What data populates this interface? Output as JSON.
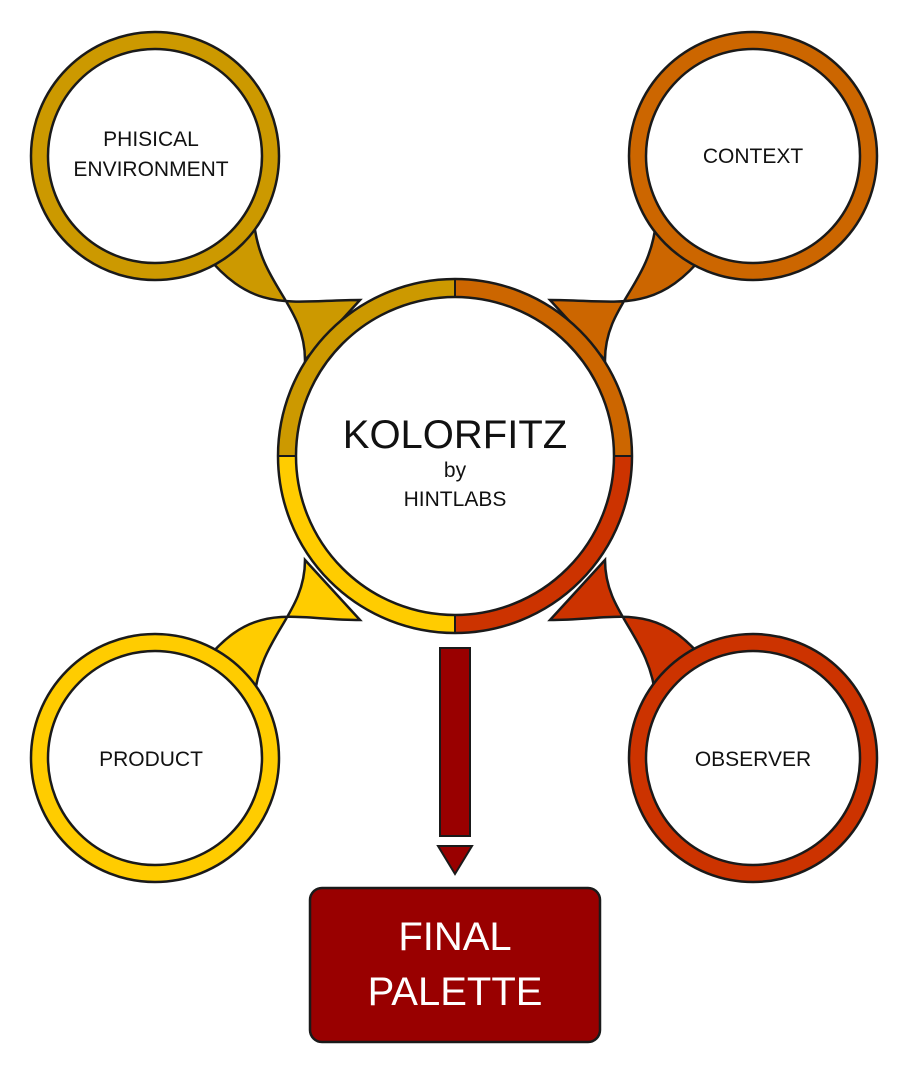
{
  "center": {
    "title": "KOLORFITZ",
    "by": "by",
    "company": "HINTLABS"
  },
  "nodes": {
    "top_left": {
      "line1": "PHISICAL",
      "line2": "ENVIRONMENT",
      "color": "#CC9900"
    },
    "top_right": {
      "label": "CONTEXT",
      "color": "#CC6600"
    },
    "bottom_left": {
      "label": "PRODUCT",
      "color": "#FFCC00"
    },
    "bottom_right": {
      "label": "OBSERVER",
      "color": "#CC3300"
    }
  },
  "output": {
    "line1": "FINAL",
    "line2": "PALETTE",
    "color": "#990000"
  }
}
